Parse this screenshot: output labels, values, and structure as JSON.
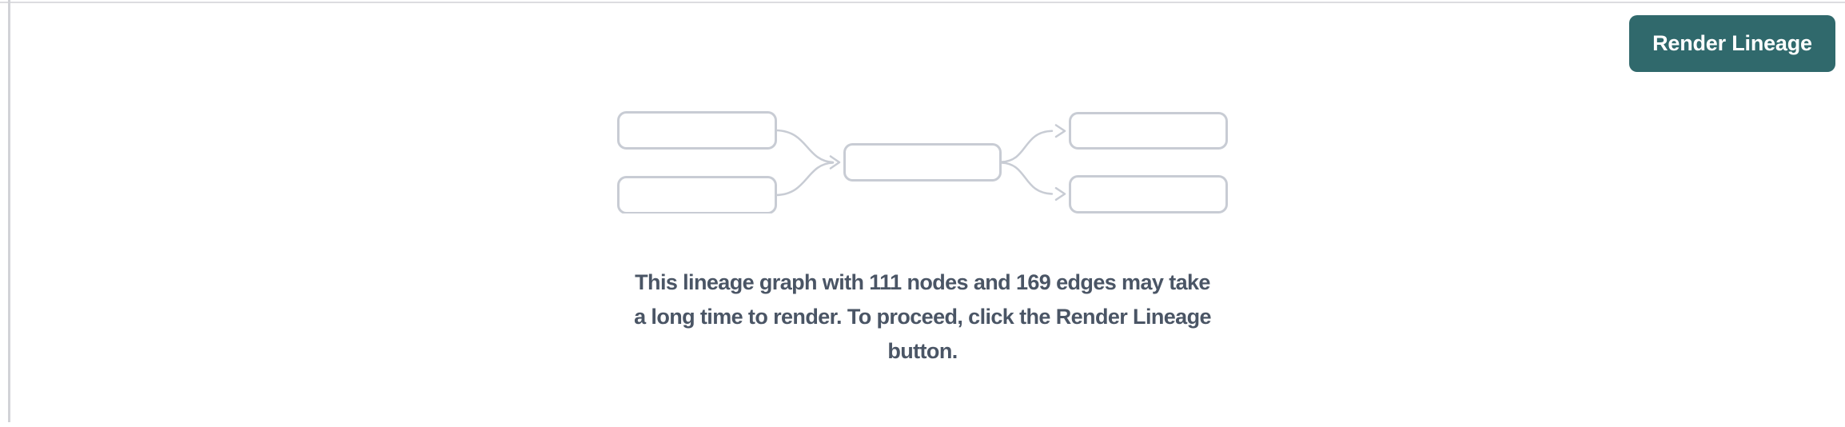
{
  "page": {
    "background": "#ffffff",
    "top_border_color": "#dcdce0",
    "left_border_color": "#d2d3d7"
  },
  "toolbar": {
    "render_button_label": "Render Lineage",
    "render_button_bg": "#30696c",
    "render_button_text_color": "#ffffff"
  },
  "lineage_panel": {
    "node_count": "111",
    "edge_count": "169",
    "message_color": "#4a5565",
    "message_lines": [
      "This lineage graph with 111 nodes and 169 edges may take",
      "a long time to render. To proceed, click the Render Lineage",
      "button."
    ],
    "illustration": {
      "name": "lineage-graph-placeholder",
      "box_count": 5,
      "stroke_color": "#c8ccd4"
    }
  }
}
